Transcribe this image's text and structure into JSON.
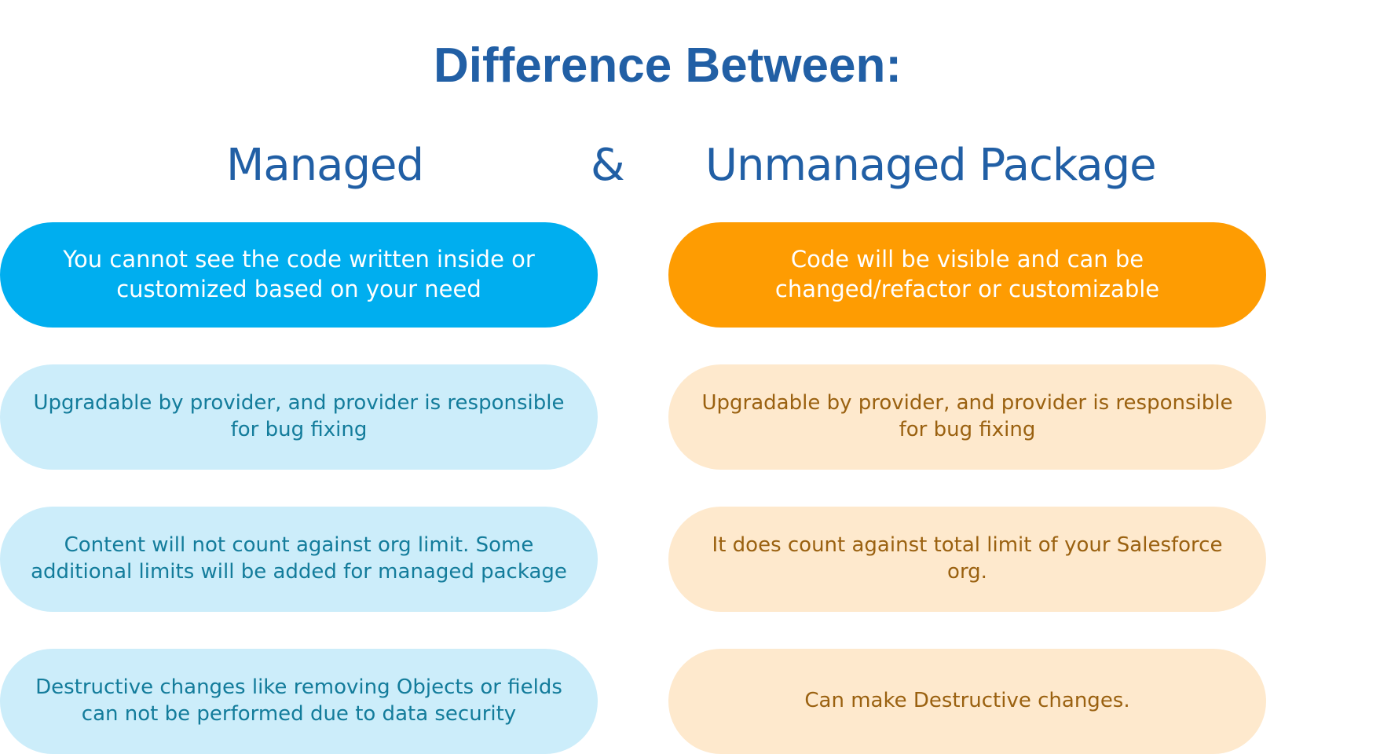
{
  "title": "Difference Between:",
  "headings": {
    "managed": "Managed",
    "ampersand": "&",
    "unmanaged": "Unmanaged Package"
  },
  "colors": {
    "heading": "#215fa5",
    "managed_primary": "#00aeef",
    "managed_secondary_bg": "#ccedfa",
    "managed_secondary_text": "#137c9b",
    "unmanaged_primary": "#fe9c02",
    "unmanaged_secondary_bg": "#fee9cd",
    "unmanaged_secondary_text": "#9a6110"
  },
  "managed": [
    "You cannot see the code written inside or customized based on your need",
    "Upgradable by provider, and provider is responsible for bug fixing",
    "Content will not count against org limit. Some additional limits will be added for managed package",
    "Destructive changes like removing Objects or fields can not be performed due to data security"
  ],
  "unmanaged": [
    "Code will be visible and can be changed/refactor or customizable",
    "Upgradable by provider, and provider is responsible for bug fixing",
    "It does count against total limit of your Salesforce org.",
    "Can make Destructive changes."
  ]
}
